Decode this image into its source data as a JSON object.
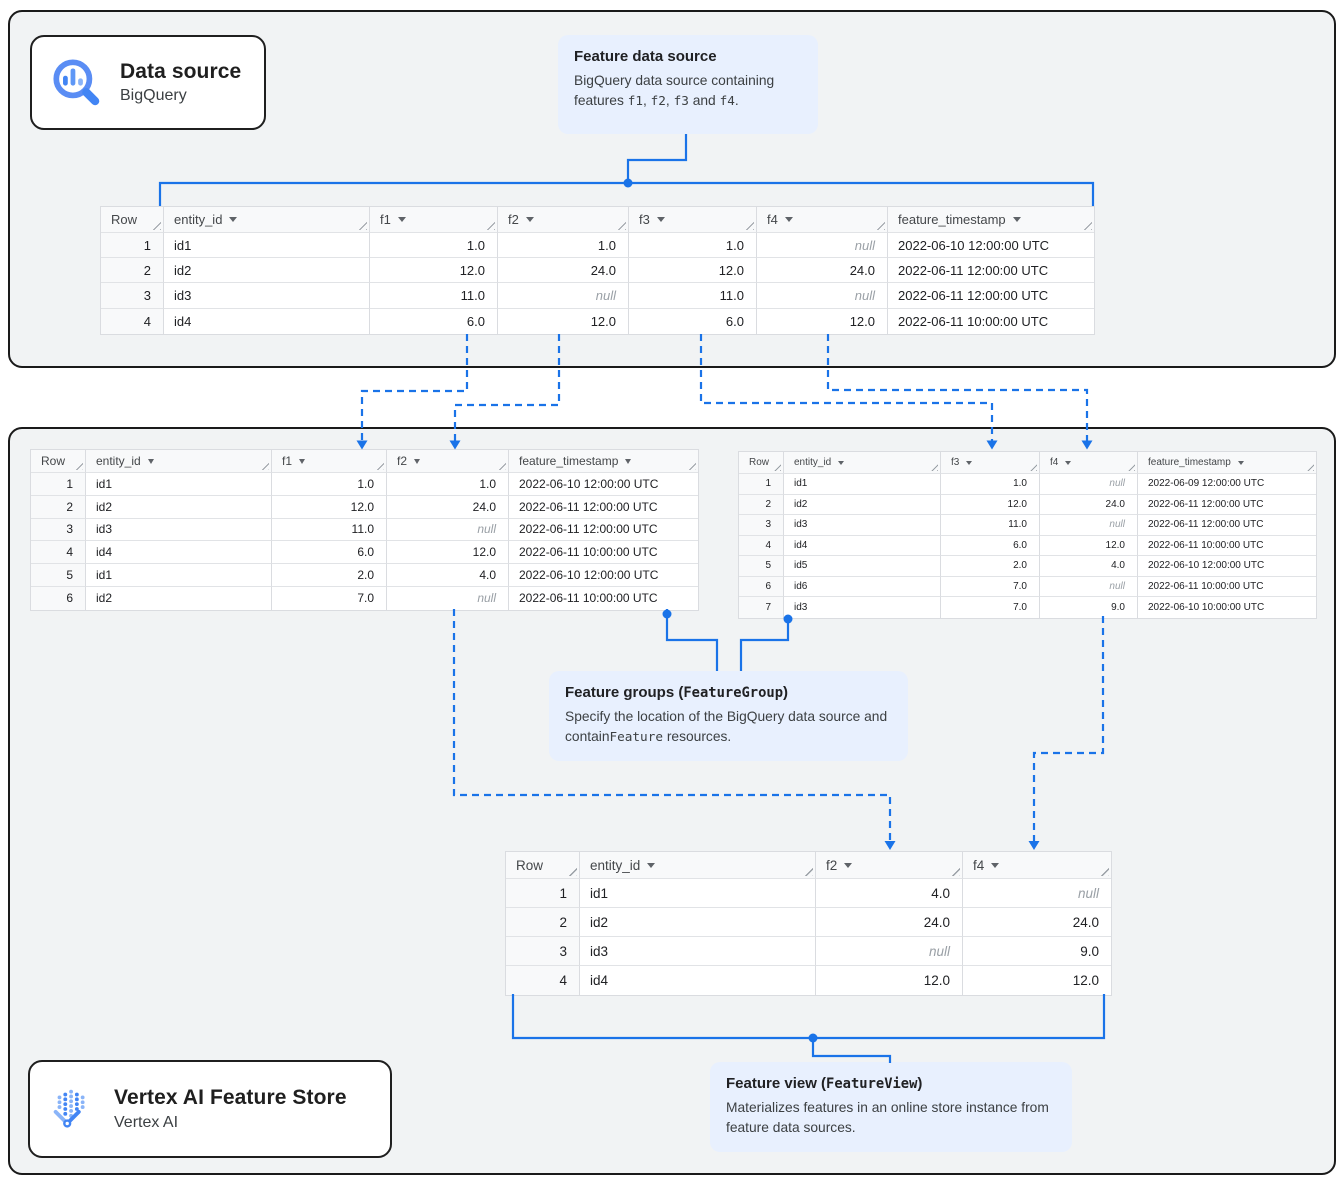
{
  "colors": {
    "accent": "#1a73e8",
    "callout_bg": "#e8f0fe",
    "section_bg": "#f1f3f4",
    "table_border": "#dadce0"
  },
  "cards": {
    "data_source": {
      "title": "Data source",
      "subtitle": "BigQuery"
    },
    "feature_store": {
      "title": "Vertex AI Feature Store",
      "subtitle": "Vertex AI"
    }
  },
  "callouts": {
    "feature_data_source": {
      "title": [
        {
          "t": "Feature data source"
        }
      ],
      "body": [
        {
          "t": "BigQuery data source containing features "
        },
        {
          "m": "f1"
        },
        {
          "t": ", "
        },
        {
          "m": "f2"
        },
        {
          "t": ", "
        },
        {
          "m": "f3"
        },
        {
          "t": " and "
        },
        {
          "m": "f4"
        },
        {
          "t": "."
        }
      ]
    },
    "feature_groups": {
      "title": [
        {
          "t": "Feature groups ("
        },
        {
          "m": "FeatureGroup"
        },
        {
          "t": ")"
        }
      ],
      "body": [
        {
          "t": "Specify the location of the BigQuery data source and contain"
        },
        {
          "m": "Feature"
        },
        {
          "t": " resources."
        }
      ]
    },
    "feature_view": {
      "title": [
        {
          "t": "Feature view ("
        },
        {
          "m": "FeatureView"
        },
        {
          "t": ")"
        }
      ],
      "body": [
        {
          "t": "Materializes features in an online store instance from feature data sources."
        }
      ]
    }
  },
  "tables": {
    "source": {
      "columns": [
        "Row",
        "entity_id",
        "f1",
        "f2",
        "f3",
        "f4",
        "feature_timestamp"
      ],
      "rows": [
        [
          "1",
          "id1",
          "1.0",
          "1.0",
          "1.0",
          "null",
          "2022-06-10 12:00:00 UTC"
        ],
        [
          "2",
          "id2",
          "12.0",
          "24.0",
          "12.0",
          "24.0",
          "2022-06-11 12:00:00 UTC"
        ],
        [
          "3",
          "id3",
          "11.0",
          "null",
          "11.0",
          "null",
          "2022-06-11 12:00:00 UTC"
        ],
        [
          "4",
          "id4",
          "6.0",
          "12.0",
          "6.0",
          "12.0",
          "2022-06-11 10:00:00 UTC"
        ]
      ]
    },
    "group_left": {
      "columns": [
        "Row",
        "entity_id",
        "f1",
        "f2",
        "feature_timestamp"
      ],
      "rows": [
        [
          "1",
          "id1",
          "1.0",
          "1.0",
          "2022-06-10 12:00:00 UTC"
        ],
        [
          "2",
          "id2",
          "12.0",
          "24.0",
          "2022-06-11 12:00:00 UTC"
        ],
        [
          "3",
          "id3",
          "11.0",
          "null",
          "2022-06-11 12:00:00 UTC"
        ],
        [
          "4",
          "id4",
          "6.0",
          "12.0",
          "2022-06-11 10:00:00 UTC"
        ],
        [
          "5",
          "id1",
          "2.0",
          "4.0",
          "2022-06-10 12:00:00 UTC"
        ],
        [
          "6",
          "id2",
          "7.0",
          "null",
          "2022-06-11 10:00:00 UTC"
        ]
      ]
    },
    "group_right": {
      "columns": [
        "Row",
        "entity_id",
        "f3",
        "f4",
        "feature_timestamp"
      ],
      "rows": [
        [
          "1",
          "id1",
          "1.0",
          "null",
          "2022-06-09 12:00:00 UTC"
        ],
        [
          "2",
          "id2",
          "12.0",
          "24.0",
          "2022-06-11 12:00:00 UTC"
        ],
        [
          "3",
          "id3",
          "11.0",
          "null",
          "2022-06-11 12:00:00 UTC"
        ],
        [
          "4",
          "id4",
          "6.0",
          "12.0",
          "2022-06-11 10:00:00 UTC"
        ],
        [
          "5",
          "id5",
          "2.0",
          "4.0",
          "2022-06-10 12:00:00 UTC"
        ],
        [
          "6",
          "id6",
          "7.0",
          "null",
          "2022-06-11 10:00:00 UTC"
        ],
        [
          "7",
          "id3",
          "7.0",
          "9.0",
          "2022-06-10 10:00:00 UTC"
        ]
      ]
    },
    "view": {
      "columns": [
        "Row",
        "entity_id",
        "f2",
        "f4"
      ],
      "rows": [
        [
          "1",
          "id1",
          "4.0",
          "null"
        ],
        [
          "2",
          "id2",
          "24.0",
          "24.0"
        ],
        [
          "3",
          "id3",
          "null",
          "9.0"
        ],
        [
          "4",
          "id4",
          "12.0",
          "12.0"
        ]
      ]
    }
  }
}
